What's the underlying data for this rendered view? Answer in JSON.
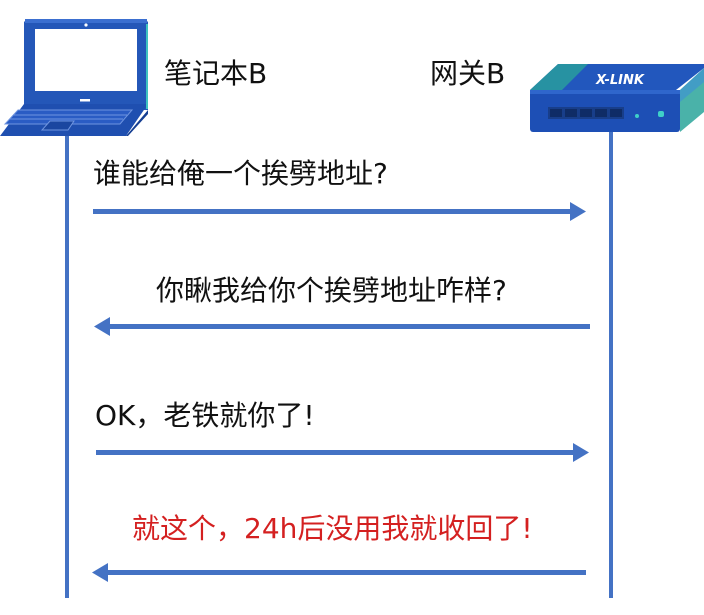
{
  "colors": {
    "line": "#4472c4",
    "text": "#111111",
    "highlight": "#d42020",
    "device_blue": "#1f4fb0",
    "device_teal": "#2aa59a"
  },
  "actors": [
    {
      "id": "laptop",
      "label": "笔记本B",
      "icon": "laptop-icon"
    },
    {
      "id": "gateway",
      "label": "网关B",
      "icon": "router-icon",
      "brand": "X-LINK"
    }
  ],
  "messages": [
    {
      "text": "谁能给俺一个挨劈地址?",
      "direction": "right",
      "from": "laptop",
      "to": "gateway",
      "color": "text"
    },
    {
      "text": "你瞅我给你个挨劈地址咋样?",
      "direction": "left",
      "from": "gateway",
      "to": "laptop",
      "color": "text"
    },
    {
      "text": "OK，老铁就你了!",
      "direction": "right",
      "from": "laptop",
      "to": "gateway",
      "color": "text"
    },
    {
      "text": "就这个，24h后没用我就收回了!",
      "direction": "left",
      "from": "gateway",
      "to": "laptop",
      "color": "highlight"
    }
  ]
}
